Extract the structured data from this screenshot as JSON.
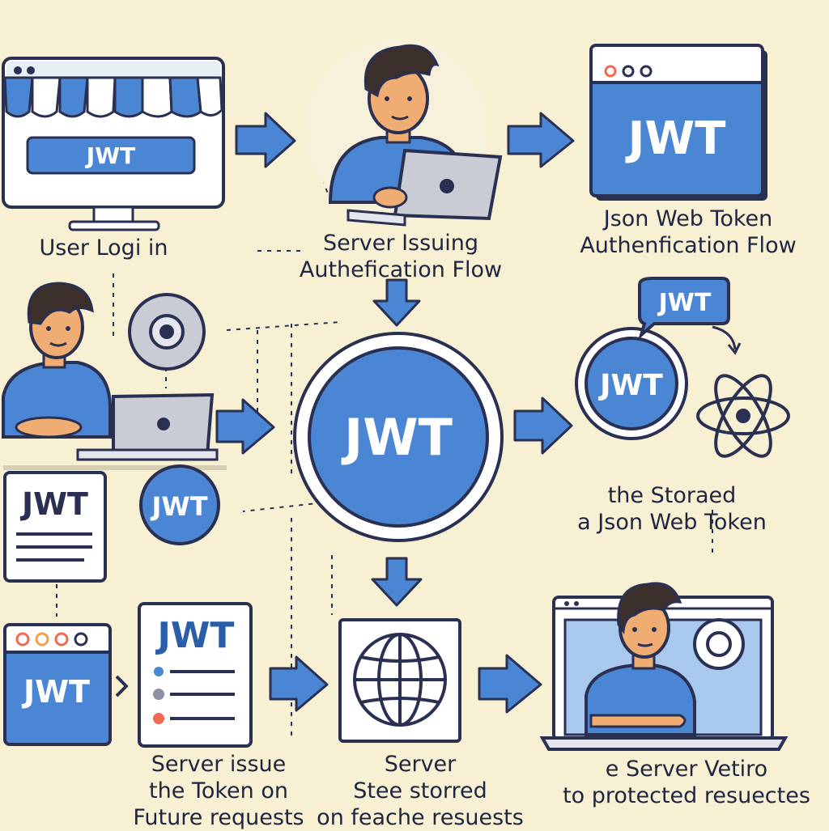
{
  "colors": {
    "background": "#f7f0d2",
    "blue": "#4a86d4",
    "blue_light": "#7fb1ea",
    "dark": "#2a3052",
    "skin": "#f0ad73",
    "hair": "#3b2f2b",
    "window_bar": "#e9edf4",
    "red": "#f06a50",
    "orange": "#f2a04c"
  },
  "tokens": {
    "shop_screen": "JWT",
    "browser_top_right": "JWT",
    "chat_bubble": "JWT",
    "small_coin": "JWT",
    "center_disc": "JWT",
    "document_left": "JWT",
    "coin_left": "JWT",
    "browser_bottom_left": "JWT",
    "document_bottom": "JWT"
  },
  "labels": {
    "user_login": "User Logi in",
    "server_issuing": [
      "Server Issuing",
      "Authefication Flow"
    ],
    "json_web_token": [
      "Json Web Token",
      "Authenfication Flow"
    ],
    "stored": [
      "the Storaed",
      "a Json Web Token"
    ],
    "server_issue": [
      "Server issue",
      "the Token on",
      "Future requests"
    ],
    "server_stored": [
      "Server",
      "Stee storred",
      "on feache resuests"
    ],
    "server_verifying": [
      "e Server Vetiro",
      "to protected resuectes"
    ]
  },
  "icons": {
    "shop": "storefront-icon",
    "globe": "globe-icon",
    "atom": "atom-icon",
    "arrow": "arrow-right-icon"
  }
}
